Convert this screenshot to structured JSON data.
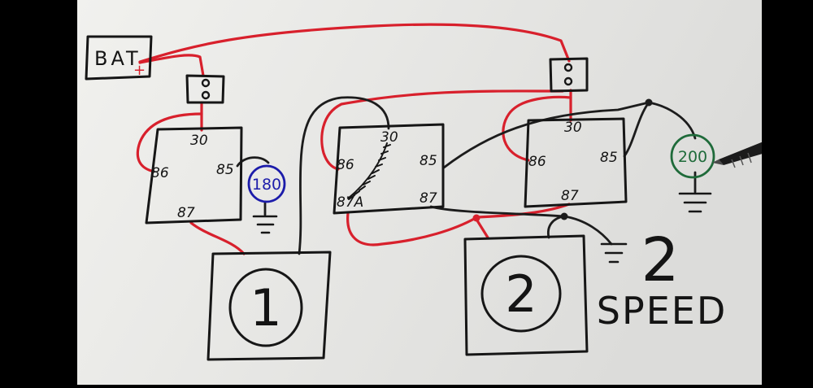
{
  "battery": {
    "label": "BAT",
    "terminal": "+"
  },
  "relays": [
    {
      "pins": {
        "p30": "30",
        "p86": "86",
        "p85": "85",
        "p87": "87"
      }
    },
    {
      "pins": {
        "p30": "30",
        "p86": "86",
        "p85": "85",
        "p87": "87",
        "p87a": "87A"
      }
    },
    {
      "pins": {
        "p30": "30",
        "p86": "86",
        "p85": "85",
        "p87": "87"
      }
    }
  ],
  "temp_switches": [
    {
      "value": "180",
      "color": "#1c1caa"
    },
    {
      "value": "200",
      "color": "#1f6b3a"
    }
  ],
  "fans": [
    {
      "label": "1"
    },
    {
      "label": "2"
    }
  ],
  "caption": {
    "number": "2",
    "word": "SPEED"
  },
  "wire_colors": {
    "power": "#d8202c",
    "ground": "#1c1c1c"
  }
}
